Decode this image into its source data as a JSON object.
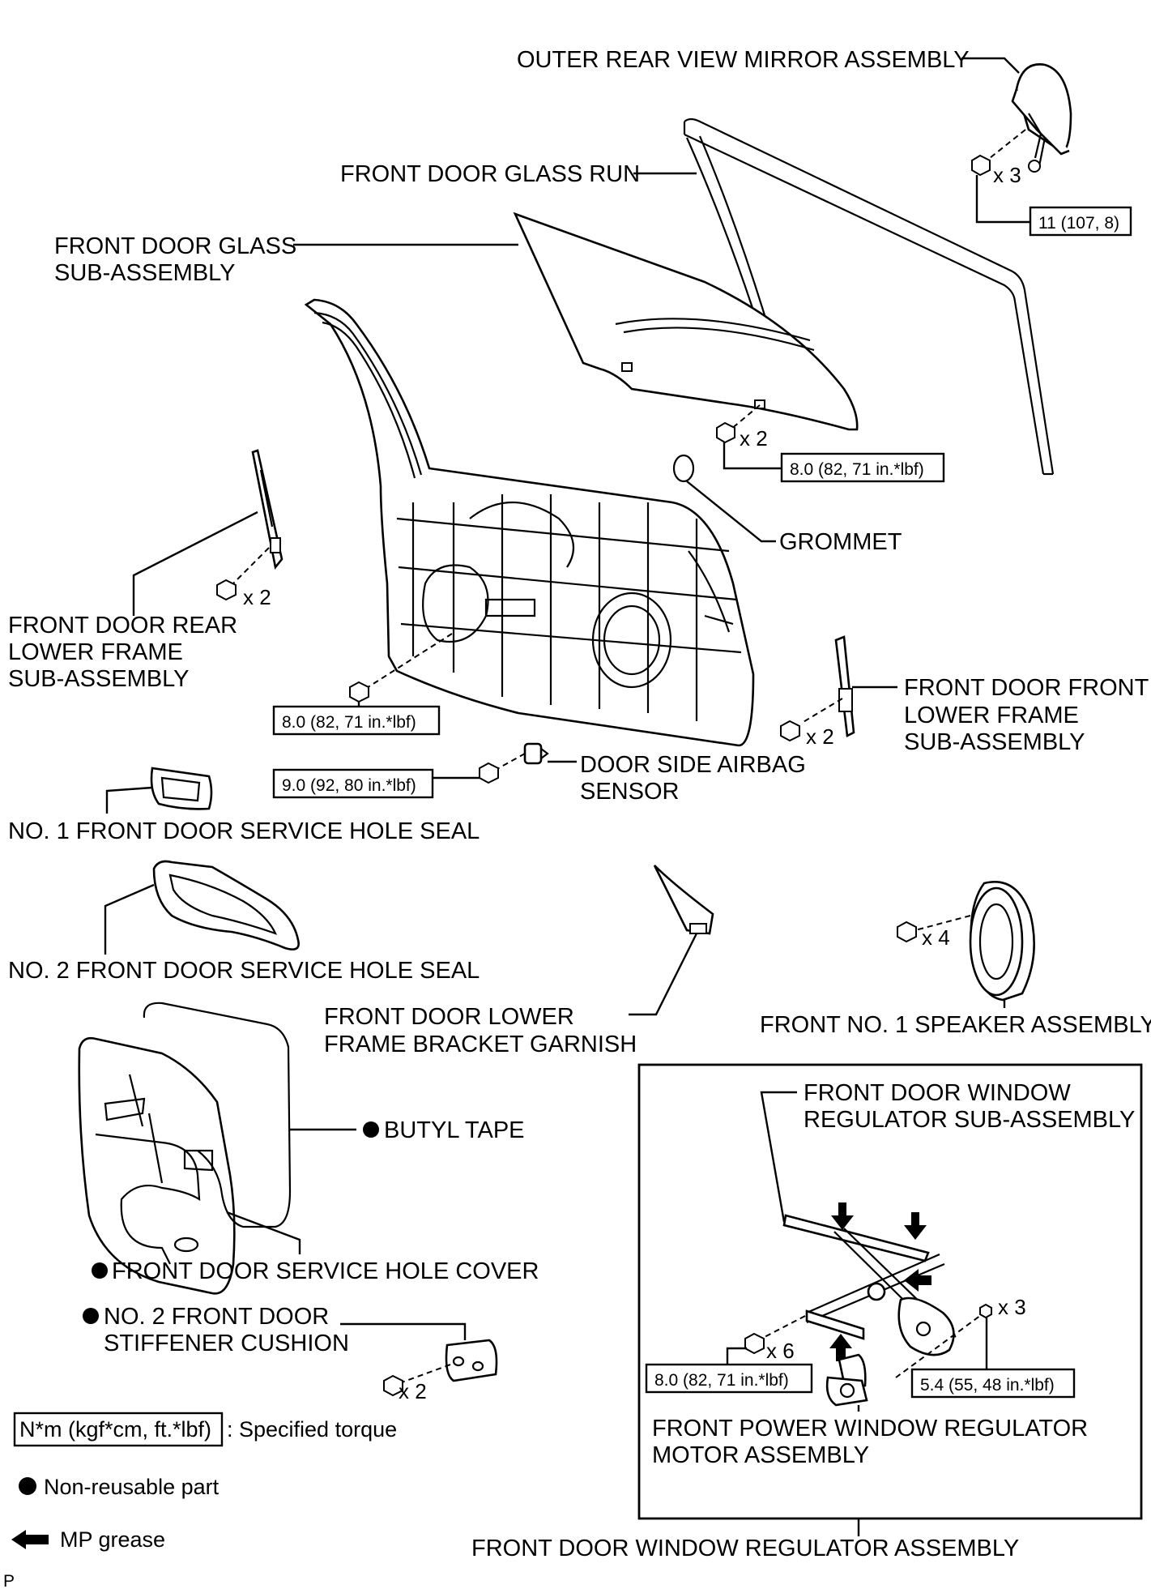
{
  "labels": {
    "mirror": "OUTER REAR VIEW MIRROR ASSEMBLY",
    "glass_run": "FRONT DOOR GLASS RUN",
    "glass_1": "FRONT DOOR GLASS",
    "glass_2": "SUB-ASSEMBLY",
    "grommet": "GROMMET",
    "rear_frame_1": "FRONT DOOR REAR",
    "rear_frame_2": "LOWER FRAME",
    "rear_frame_3": "SUB-ASSEMBLY",
    "front_frame_1": "FRONT DOOR FRONT",
    "front_frame_2": "LOWER FRAME",
    "front_frame_3": "SUB-ASSEMBLY",
    "airbag_1": "DOOR SIDE AIRBAG",
    "airbag_2": "SENSOR",
    "seal1": "NO. 1 FRONT DOOR SERVICE HOLE SEAL",
    "seal2": "NO. 2 FRONT DOOR SERVICE HOLE SEAL",
    "garnish_1": "FRONT DOOR LOWER",
    "garnish_2": "FRAME BRACKET GARNISH",
    "speaker": "FRONT NO. 1 SPEAKER ASSEMBLY",
    "butyl": "BUTYL TAPE",
    "cover": "FRONT DOOR SERVICE HOLE COVER",
    "cushion_1": "NO. 2 FRONT DOOR",
    "cushion_2": "STIFFENER CUSHION",
    "regulator_sub_1": "FRONT DOOR WINDOW",
    "regulator_sub_2": "REGULATOR SUB-ASSEMBLY",
    "motor_1": "FRONT POWER WINDOW REGULATOR",
    "motor_2": "MOTOR ASSEMBLY",
    "regulator_assy": "FRONT DOOR WINDOW REGULATOR ASSEMBLY"
  },
  "torques": {
    "mirror": "11 (107, 8)",
    "glass": "8.0 (82, 71 in.*lbf)",
    "panel": "8.0 (82, 71 in.*lbf)",
    "airbag": "9.0 (92, 80 in.*lbf)",
    "regulator": "8.0 (82, 71 in.*lbf)",
    "motor": "5.4 (55, 48 in.*lbf)"
  },
  "counts": {
    "mirror": "x 3",
    "glass": "x 2",
    "rear_frame": "x 2",
    "front_frame": "x 2",
    "speaker": "x 4",
    "cushion": "x 2",
    "regulator": "x 6",
    "motor": "x 3"
  },
  "legend": {
    "torque_box": "N*m (kgf*cm, ft.*lbf)",
    "torque_text": ": Specified torque",
    "nonreusable": "Non-reusable part",
    "grease": "MP grease"
  },
  "corner_mark": "P"
}
